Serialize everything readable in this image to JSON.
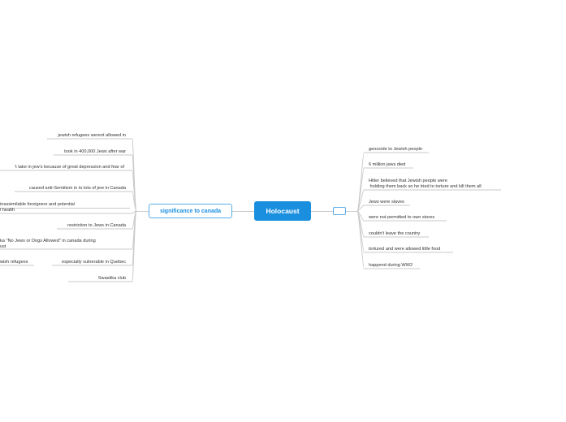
{
  "central": {
    "label": "Holocaust"
  },
  "left_branch": {
    "label": "significance to canada",
    "items": [
      {
        "text": "jewish refugees werent allowed in"
      },
      {
        "text": "took in 400,000 Jews after war"
      },
      {
        "text": "'t take in jew's because of great depression and fear of"
      },
      {
        "text": "caused anti-Semitism in to lots of jew in Canada"
      },
      {
        "text": "inassimilable foreigners and potential\nl health"
      },
      {
        "text": "restriction to Jews in Canada"
      },
      {
        "text": "ka \"No Jews or Dogs Allowed\" in canada during\nust"
      },
      {
        "text": "wish refugees"
      },
      {
        "text": "especially vulnerable in Quebec"
      },
      {
        "text": "Swastika club"
      }
    ]
  },
  "right_branch": {
    "label": "",
    "items": [
      {
        "text": "genocide to Jewish people"
      },
      {
        "text": "6 million jews died"
      },
      {
        "text": "Hitler believed that Jewish people were\n holding them back so he tried to torture and kill them all"
      },
      {
        "text": "Jews were slaves"
      },
      {
        "text": "were not permitted to own stores"
      },
      {
        "text": "couldn't leave the country"
      },
      {
        "text": "tortured and were allowed little food"
      },
      {
        "text": "happend during WW2"
      }
    ]
  },
  "colors": {
    "central_fill": "#1a8fe0",
    "branch_border": "#5aaee8",
    "line": "#c8c8c8"
  }
}
